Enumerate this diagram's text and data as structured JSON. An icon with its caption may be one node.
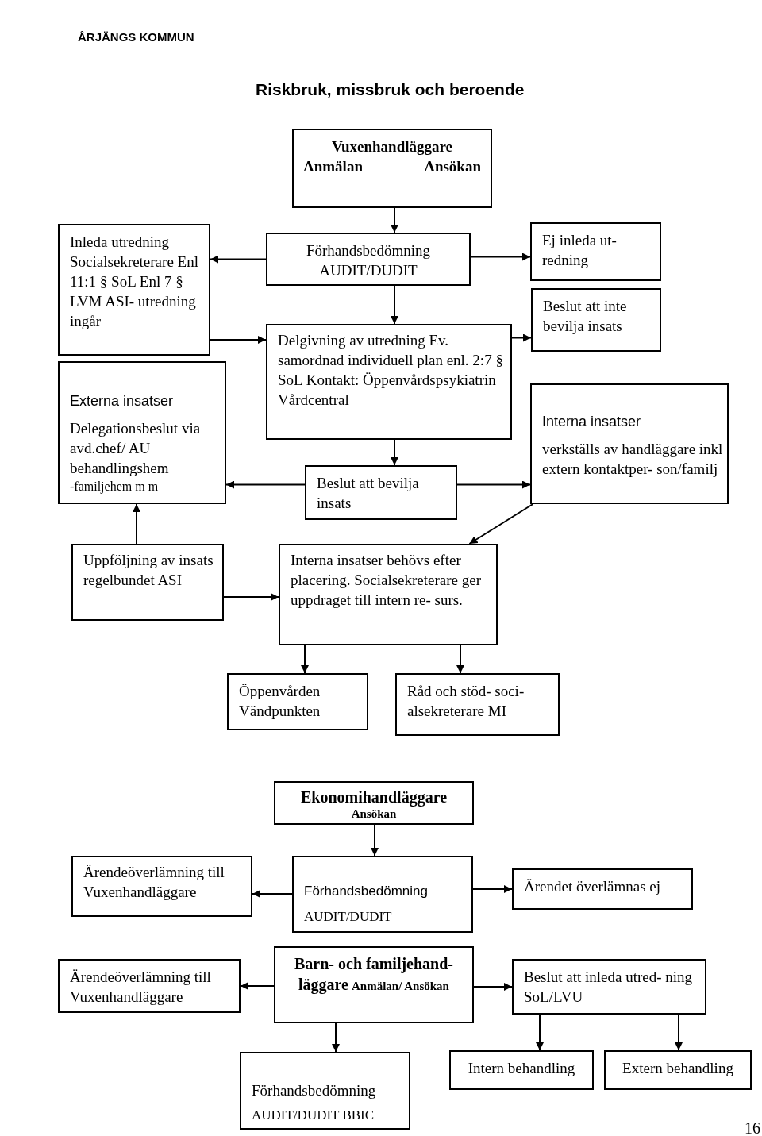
{
  "diagram": {
    "title": "Riskbruk, missbruk och beroende",
    "nodes": [
      {
        "text": [
          "Vuxenhandläggare",
          "Anmälan",
          "Ansökan"
        ]
      },
      {
        "text": [
          "Förhandsbedömning AUDIT/DUDIT"
        ]
      },
      {
        "text": [
          "Inleda utredning Socialsekreterare Enl 11:1 § SoL Enl 7 § LVM ASI- utredning ingår"
        ]
      },
      {
        "text": [
          "Ej inleda ut- redning"
        ]
      },
      {
        "text": [
          "Beslut att inte bevilja insats"
        ]
      },
      {
        "text": [
          "Delgivning av utredning Ev. samordnad individuell plan enl. 2:7 § SoL Kontakt: Öppenvårdspsykiatrin Vårdcentral"
        ]
      },
      {
        "text": [
          "Externa insatser",
          "Delegationsbeslut via avd.chef/ AU behandlingshem",
          "-familjehem m m"
        ]
      },
      {
        "text": [
          "Interna insatser",
          "verkställs av handläggare inkl extern kontaktper- son/familj"
        ]
      },
      {
        "text": [
          "Beslut att bevilja insats"
        ]
      },
      {
        "text": [
          "Uppföljning av insats regelbundet ASI"
        ]
      },
      {
        "text": [
          "Interna insatser behövs efter placering. Socialsekreterare ger uppdraget till intern re- surs."
        ]
      },
      {
        "text": [
          "Öppenvården Vändpunkten"
        ]
      },
      {
        "text": [
          "Råd och stöd- soci- alsekreterare MI"
        ]
      },
      {
        "text": [
          "Ekonomihandläggare",
          "Ansökan"
        ]
      },
      {
        "text": [
          "Ärendeöverlämning till Vuxenhandläggare"
        ]
      },
      {
        "text": [
          "Förhandsbedömning",
          "AUDIT/DUDIT"
        ]
      },
      {
        "text": [
          "Ärendet överlämnas ej"
        ]
      },
      {
        "text": [
          "Ärendeöverlämning till Vuxenhandläggare"
        ]
      },
      {
        "text": [
          "Barn- och familjehand- läggare",
          "Anmälan/ Ansökan"
        ]
      },
      {
        "text": [
          "Beslut att inleda utred- ning SoL/LVU"
        ]
      },
      {
        "text": [
          "Förhandsbedömning",
          "AUDIT/DUDIT BBIC"
        ]
      },
      {
        "text": [
          "Intern behandling"
        ]
      },
      {
        "text": [
          "Extern behandling"
        ]
      }
    ],
    "edges": [
      {
        "from": 0,
        "to": 1,
        "arrow": "to"
      },
      {
        "from": 1,
        "to": 2,
        "arrow": "to"
      },
      {
        "from": 1,
        "to": 3,
        "arrow": "to"
      },
      {
        "from": 1,
        "to": 5,
        "arrow": "to"
      },
      {
        "from": 2,
        "to": 5,
        "arrow": "to"
      },
      {
        "from": 5,
        "to": 4,
        "arrow": "to"
      },
      {
        "from": 5,
        "to": 8,
        "arrow": "to"
      },
      {
        "from": 8,
        "to": 6,
        "arrow": "to"
      },
      {
        "from": 8,
        "to": 7,
        "arrow": "to"
      },
      {
        "from": 9,
        "to": 6,
        "arrow": "to"
      },
      {
        "from": 9,
        "to": 10,
        "arrow": "to"
      },
      {
        "from": 7,
        "to": 10,
        "arrow": "to"
      },
      {
        "from": 10,
        "to": 11,
        "arrow": "to"
      },
      {
        "from": 10,
        "to": 12,
        "arrow": "to"
      },
      {
        "from": 13,
        "to": 15,
        "arrow": "to"
      },
      {
        "from": 15,
        "to": 14,
        "arrow": "to"
      },
      {
        "from": 15,
        "to": 16,
        "arrow": "to"
      },
      {
        "from": 18,
        "to": 17,
        "arrow": "to"
      },
      {
        "from": 18,
        "to": 19,
        "arrow": "to"
      },
      {
        "from": 18,
        "to": 20,
        "arrow": "to"
      },
      {
        "from": 19,
        "to": 21,
        "arrow": "to"
      },
      {
        "from": 19,
        "to": 22,
        "arrow": "to"
      }
    ],
    "labels": [
      "ÅRJÄNGS KOMMUN",
      "16"
    ]
  }
}
